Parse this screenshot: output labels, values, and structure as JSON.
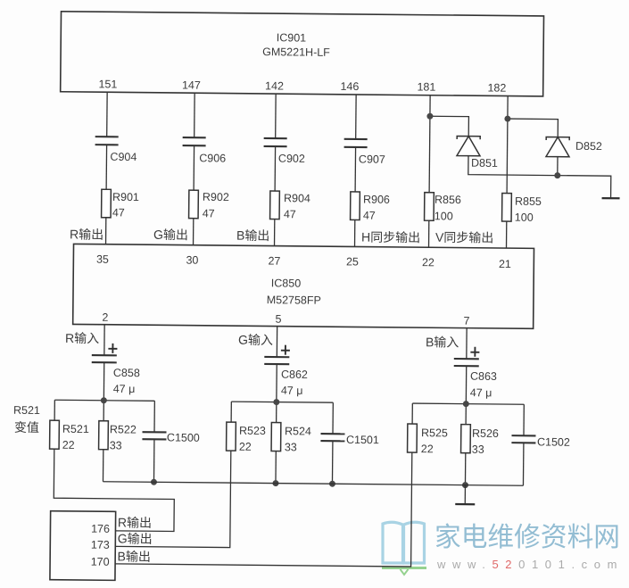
{
  "diagram": {
    "ic901": {
      "ref": "IC901",
      "part_number": "GM5221H-LF",
      "pins": [
        "151",
        "147",
        "142",
        "146",
        "181",
        "182"
      ]
    },
    "ic850": {
      "ref": "IC850",
      "part_number": "M52758FP",
      "top_pins": [
        "35",
        "30",
        "27",
        "25",
        "22",
        "21"
      ],
      "bottom_pins": [
        "2",
        "5",
        "7"
      ]
    },
    "link_components": [
      {
        "capacitor": "C904",
        "resistor": "R901",
        "resistor_value": "47"
      },
      {
        "capacitor": "C906",
        "resistor": "R902",
        "resistor_value": "47"
      },
      {
        "capacitor": "C902",
        "resistor": "R904",
        "resistor_value": "47"
      },
      {
        "capacitor": "C907",
        "resistor": "R906",
        "resistor_value": "47"
      },
      {
        "resistor": "R856",
        "resistor_value": "100"
      },
      {
        "resistor": "R855",
        "resistor_value": "100"
      }
    ],
    "output_labels": [
      "R输出",
      "G输出",
      "B输出",
      "H同步输出",
      "V同步输出"
    ],
    "diodes": [
      "D851",
      "D852"
    ],
    "input_channels": [
      {
        "label": "R输入",
        "coupling_cap": "C858",
        "coupling_cap_value": "47 μ",
        "resistor_a": "R521",
        "resistor_a_value": "22",
        "resistor_b": "R522",
        "resistor_b_value": "33",
        "filter_cap": "C1500"
      },
      {
        "label": "G输入",
        "coupling_cap": "C862",
        "coupling_cap_value": "47 μ",
        "resistor_a": "R523",
        "resistor_a_value": "22",
        "resistor_b": "R524",
        "resistor_b_value": "33",
        "filter_cap": "C1501"
      },
      {
        "label": "B输入",
        "coupling_cap": "C863",
        "coupling_cap_value": "47 μ",
        "resistor_a": "R525",
        "resistor_a_value": "22",
        "resistor_b": "R526",
        "resistor_b_value": "33",
        "filter_cap": "C1502"
      }
    ],
    "r521_annotation": {
      "ref": "R521",
      "note": "变值"
    },
    "source_connector": {
      "pins": [
        "176",
        "173",
        "170"
      ],
      "signal_labels": [
        "R输出",
        "G输出",
        "B输出"
      ]
    }
  },
  "watermark": {
    "site_name": "家电维修资料网",
    "url": {
      "prefix": "www.",
      "highlight": "52",
      "suffix": "0101.com"
    }
  },
  "colors": {
    "background": "#fdfdfd",
    "wire": "#333333",
    "ink": "#3c3c3c",
    "watermark_blue": "#93bdd3",
    "watermark_logo": "#a9d3e4",
    "watermark_green": "#95d28f",
    "watermark_red": "#e06868",
    "watermark_gray": "#aaaaaa"
  }
}
